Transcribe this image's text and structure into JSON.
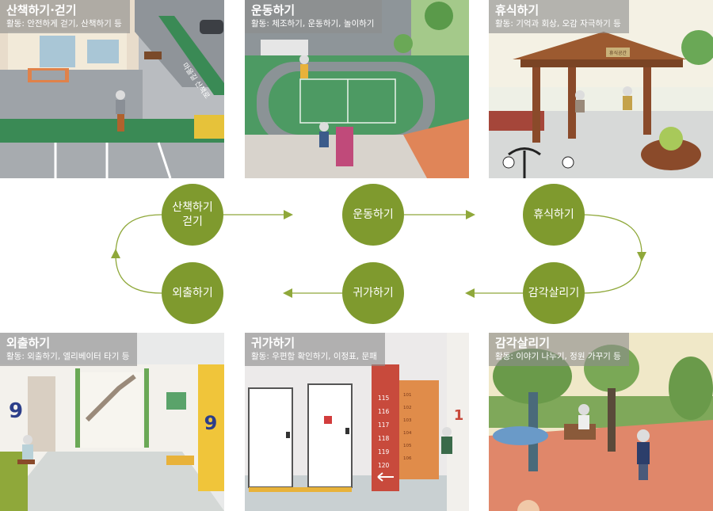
{
  "colors": {
    "node": "#7f9a2e",
    "arrow": "#8fa83a"
  },
  "panels": {
    "walk": {
      "title": "산책하기·걷기",
      "activity": "활동: 안전하게 걷기, 산책하기 등",
      "road_text": "마을길 산책로"
    },
    "exercise": {
      "title": "운동하기",
      "activity": "활동: 체조하기, 운동하기, 놀이하기"
    },
    "rest": {
      "title": "휴식하기",
      "activity": "활동: 기억과 회상, 오감 자극하기 등",
      "sign": "휴식공간"
    },
    "outing": {
      "title": "외출하기",
      "activity": "활동: 외출하기, 엘리베이터 타기 등",
      "floor_number": "9"
    },
    "home": {
      "title": "귀가하기",
      "activity": "활동: 우편함 확인하기, 이정표, 문패",
      "room_numbers": [
        "115",
        "116",
        "117",
        "118",
        "119",
        "120"
      ],
      "mail_numbers": [
        "101",
        "102",
        "103",
        "104",
        "105",
        "106"
      ],
      "floor_sign": "1"
    },
    "sense": {
      "title": "감각살리기",
      "activity": "활동: 이야기 나누기, 정원 가꾸기 등"
    }
  },
  "cycle": {
    "nodes": {
      "walk_line1": "산책하기",
      "walk_line2": "걷기",
      "exercise": "운동하기",
      "rest": "휴식하기",
      "sense": "감각살리기",
      "home": "귀가하기",
      "outing": "외출하기"
    }
  }
}
